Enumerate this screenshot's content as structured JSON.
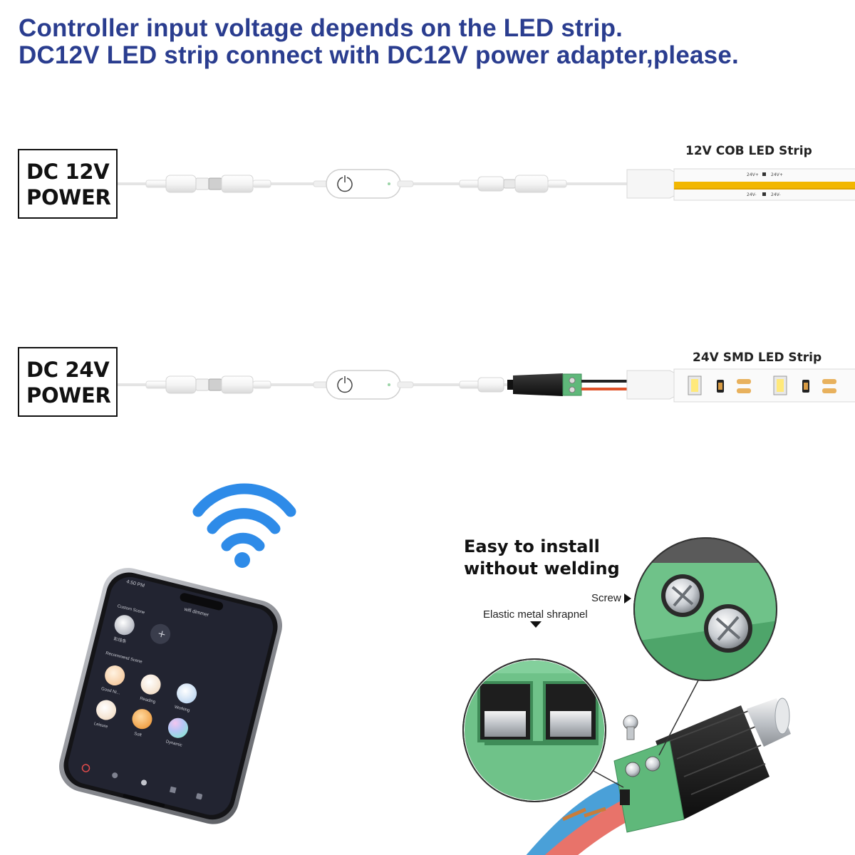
{
  "headline": {
    "line1": "Controller input voltage depends on the LED strip.",
    "line2": "DC12V LED strip connect with DC12V power adapter,please."
  },
  "wiring": [
    {
      "power_line1": "DC 12V",
      "power_line2": "POWER",
      "strip_label": "12V COB LED Strip",
      "pcb_marks": [
        "24V+",
        "24V+",
        "24V-",
        "24V-"
      ]
    },
    {
      "power_line1": "DC 24V",
      "power_line2": "POWER",
      "strip_label": "24V SMD LED Strip"
    }
  ],
  "phone": {
    "status_time": "4:50 PM",
    "title": "wifi dimmer",
    "custom_scene_heading": "Custom Scene",
    "custom_scene_name": "彩线条",
    "recommend_heading": "Recommend Scene",
    "scenes": [
      "Good Ni...",
      "Reading",
      "Working",
      "Leisure",
      "Soft",
      "Dynamic"
    ]
  },
  "callouts": {
    "title_line1": "Easy to install",
    "title_line2": "without welding",
    "screw_label": "Screw",
    "shrapnel_label": "Elastic metal shrapnel"
  },
  "colors": {
    "headline": "#2a3d8f",
    "cob_light": "#f2b700",
    "terminal_green": "#5fb87a",
    "wifi_blue": "#2e8be8",
    "wire_red": "#e8736a",
    "wire_blue": "#4aa0d8"
  }
}
